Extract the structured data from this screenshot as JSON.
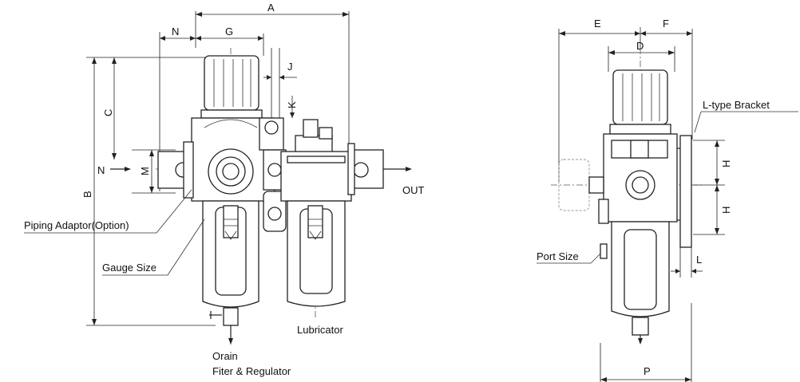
{
  "dimension_letters": {
    "A": "A",
    "B": "B",
    "C": "C",
    "D": "D",
    "E": "E",
    "F": "F",
    "G": "G",
    "H": "H",
    "J": "J",
    "K": "K",
    "L": "L",
    "M": "M",
    "N": "N",
    "P": "P"
  },
  "labels": {
    "inlet": "N",
    "outlet": "OUT",
    "piping_adaptor": "Piping Adaptor(Option)",
    "gauge_size": "Gauge Size",
    "drain": "Orain",
    "filter_regulator": "Fiter & Regulator",
    "lubricator": "Lubricator",
    "bracket": "L-type Bracket",
    "port_size": "Port Size"
  }
}
